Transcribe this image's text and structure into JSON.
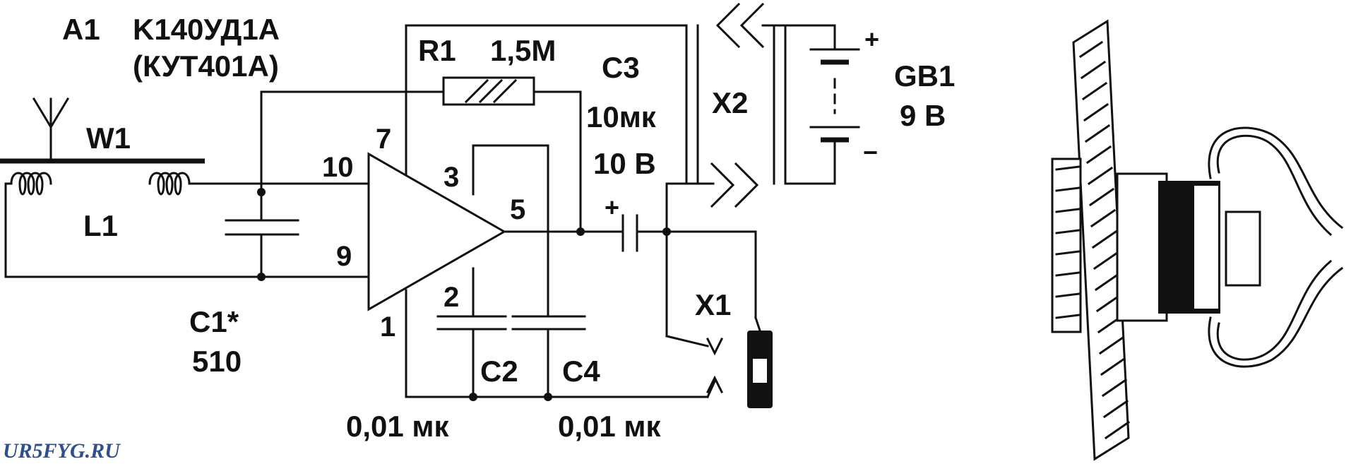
{
  "labels": {
    "a1": "A1",
    "chip": "K140УД1А",
    "chip_alt": "(КУТ401А)",
    "w1": "W1",
    "l1": "L1",
    "c1": "C1*",
    "c1_val": "510",
    "r1": "R1",
    "r1_val": "1,5М",
    "c3": "C3",
    "c3_val1": "10мк",
    "c3_val2": "10 B",
    "x2": "X2",
    "gb1": "GB1",
    "gb1_val": "9 B",
    "x1": "X1",
    "c2": "C2",
    "c4": "C4",
    "c2_val": "0,01 мк",
    "c4_val": "0,01 мк",
    "pin7": "7",
    "pin10": "10",
    "pin9": "9",
    "pin1": "1",
    "pin3": "3",
    "pin2": "2",
    "pin5": "5",
    "plus_c3": "+",
    "plus_gb": "+",
    "minus_gb": "−",
    "watermark": "UR5FYG.RU"
  },
  "colors": {
    "ink": "#111111",
    "watermark": "#2f4f8f",
    "background": "#ffffff"
  }
}
